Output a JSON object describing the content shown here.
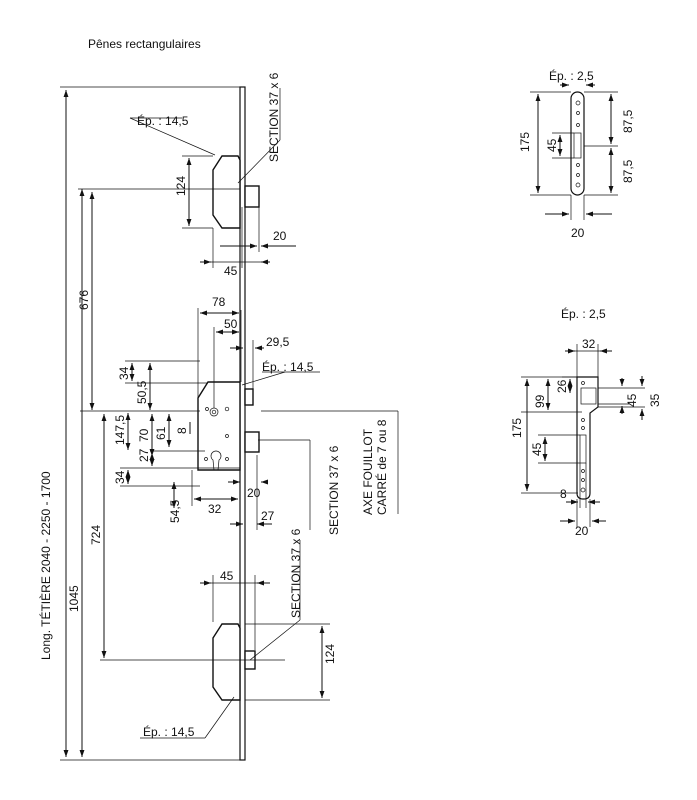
{
  "title": "Pênes rectangulaires",
  "main_lock": {
    "faceplate_length": "Long. TÉTIÈRE 2040 - 2250 - 1700",
    "dims": {
      "d1045": "1045",
      "d676": "676",
      "d724": "724",
      "d147_5": "147,5",
      "d124_top": "124",
      "d124_bottom": "124",
      "d45_top": "45",
      "d20_top": "20",
      "d78": "78",
      "d50": "50",
      "d29_5": "29,5",
      "d34_a": "34",
      "d50_5": "50,5",
      "d70": "70",
      "d61": "61",
      "d8": "8",
      "d27_a": "27",
      "d34_b": "34",
      "d54_5": "54,5",
      "d32": "32",
      "d20_mid": "20",
      "d27_b": "27",
      "d45_bottom": "45"
    },
    "labels": {
      "ep_top": "Ép. : 14,5",
      "ep_mid": "Ép. : 14,5",
      "ep_bottom": "Ép. : 14,5",
      "section_top": "SECTION 37 x 6",
      "section_mid": "SECTION 37 x 6",
      "section_bottom": "SECTION 37 x 6",
      "axe_line1": "AXE FOUILLOT",
      "axe_line2": "CARRÉ de 7 ou 8"
    }
  },
  "strike_small": {
    "ep": "Ép. : 2,5",
    "d175": "175",
    "d45": "45",
    "d87_5_top": "87,5",
    "d87_5_bottom": "87,5",
    "d20": "20"
  },
  "strike_large": {
    "ep": "Ép. : 2,5",
    "d32": "32",
    "d26": "26",
    "d99": "99",
    "d175": "175",
    "d45_left": "45",
    "d45_right": "45",
    "d35": "35",
    "d8": "8",
    "d20": "20"
  }
}
